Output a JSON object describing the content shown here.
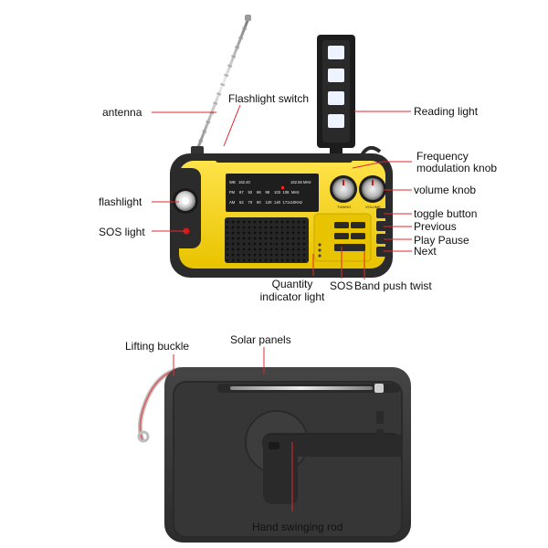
{
  "colors": {
    "leader": "#e0282f",
    "radio_body": "#f4d400",
    "radio_frame": "#2b2b2b",
    "speaker": "#262626",
    "scale_panel": "#1e1e1e",
    "light_glow": "#eef4ff",
    "back_body": "#3a3a3a"
  },
  "front_labels": {
    "antenna": "antenna",
    "flashlight_switch": "Flashlight switch",
    "reading_light": "Reading light",
    "frequency_knob_line1": "Frequency",
    "frequency_knob_line2": "modulation knob",
    "volume_knob": "volume knob",
    "flashlight": "flashlight",
    "toggle_button": "toggle button",
    "previous": "Previous",
    "sos_light": "SOS light",
    "play_pause": "Play Pause",
    "next": "Next",
    "quantity_light_line1": "Quantity",
    "quantity_light_line2": "indicator light",
    "sos": "SOS",
    "band_push_twist": "Band push twist"
  },
  "back_labels": {
    "lifting_buckle": "Lifting buckle",
    "solar_panels": "Solar panels",
    "hand_swinging_rod": "Hand swinging rod"
  },
  "dial": {
    "row_wb": "WB",
    "wb_left": "162.40",
    "wb_right": "162.55 MHz",
    "row_fm": "FM",
    "fm_ticks": [
      "87",
      "92",
      "96",
      "98",
      "103",
      "108"
    ],
    "fm_unit": "MHz",
    "row_am": "AM",
    "am_ticks": [
      "52",
      "70",
      "90",
      "120",
      "140"
    ],
    "am_unit": "171x10KHz",
    "tuning": "TUNING",
    "volume": "VOLUME"
  }
}
